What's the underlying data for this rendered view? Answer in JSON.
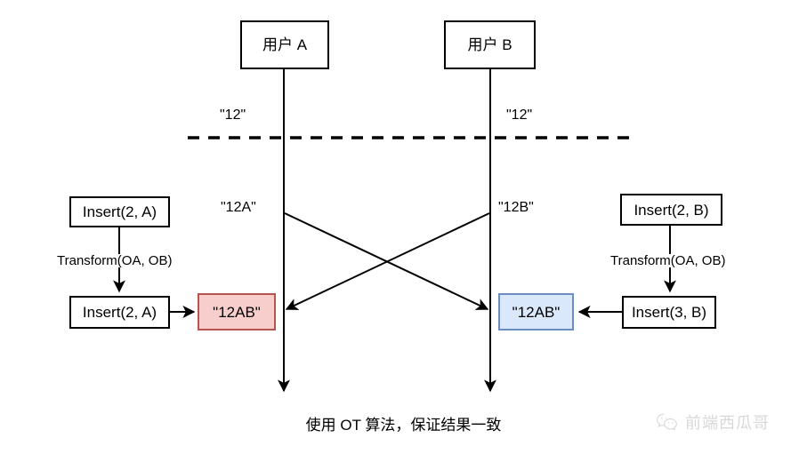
{
  "diagram": {
    "title": "OT algorithm collaboration sequence diagram",
    "colors": {
      "stroke": "#000000",
      "pink_fill": "#f8cecc",
      "pink_border": "#b85450",
      "blue_fill": "#dae8fc",
      "blue_border": "#6c8ebf",
      "watermark": "#d8d8d8",
      "background": "#ffffff"
    },
    "actors": [
      {
        "id": "user-a",
        "label": "用户 A"
      },
      {
        "id": "user-b",
        "label": "用户 B"
      }
    ],
    "sync_labels": [
      {
        "id": "sync-a",
        "text": "\"12\""
      },
      {
        "id": "sync-b",
        "text": "\"12\""
      }
    ],
    "state_labels": [
      {
        "id": "state-a",
        "text": "\"12A\""
      },
      {
        "id": "state-b",
        "text": "\"12B\""
      }
    ],
    "left_flow": {
      "op_original": "Insert(2, A)",
      "transform_label": "Transform(OA, OB)",
      "op_transformed": "Insert(2, A)",
      "result": "\"12AB\""
    },
    "right_flow": {
      "op_original": "Insert(2, B)",
      "transform_label": "Transform(OA, OB)",
      "op_transformed": "Insert(3, B)",
      "result": "\"12AB\""
    },
    "caption": "使用 OT 算法，保证结果一致",
    "watermark": {
      "icon": "wechat-icon",
      "text": "前端西瓜哥"
    }
  }
}
